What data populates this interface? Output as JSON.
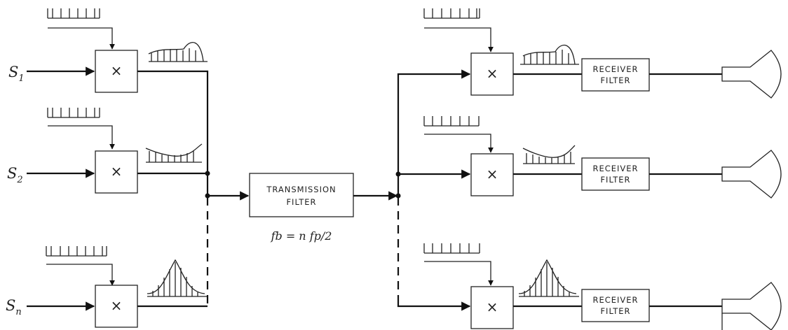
{
  "inputs": [
    {
      "symbol": "S",
      "subscript": "1"
    },
    {
      "symbol": "S",
      "subscript": "2"
    },
    {
      "symbol": "S",
      "subscript": "n"
    }
  ],
  "multiplier_symbol": "×",
  "transmission_filter": {
    "line1": "TRANSMISSION",
    "line2": "FILTER"
  },
  "formula": "fb = n fp/2",
  "receiver_filter": {
    "line1": "RECEIVER",
    "line2": "FILTER"
  }
}
